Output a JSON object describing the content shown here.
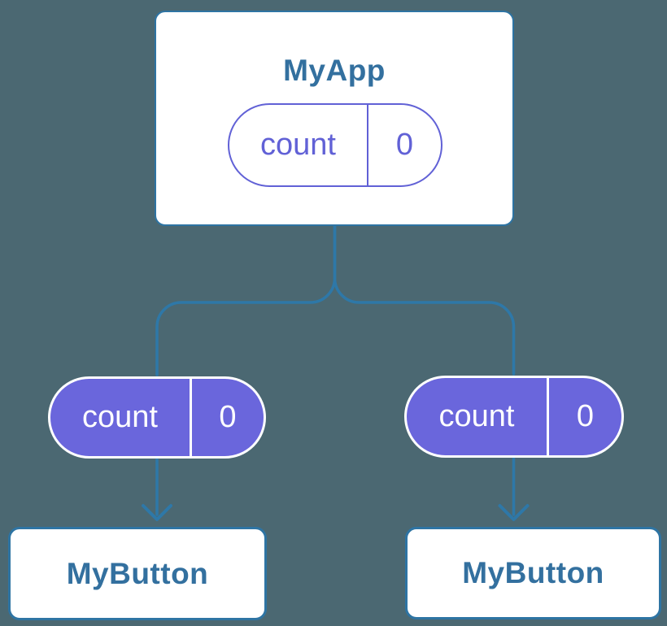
{
  "diagram": {
    "root": {
      "title": "MyApp",
      "state": {
        "name": "count",
        "value": "0"
      }
    },
    "children": [
      {
        "title": "MyButton",
        "state": {
          "name": "count",
          "value": "0"
        }
      },
      {
        "title": "MyButton",
        "state": {
          "name": "count",
          "value": "0"
        }
      }
    ]
  },
  "colors": {
    "background": "#4B6872",
    "edge": "#2E78A8",
    "node_fill": "#FFFFFF",
    "node_border": "#2E74A3",
    "node_text": "#33709F",
    "pill_fill": "#6A66DC",
    "pill_outline": "#6161D6",
    "pill_text": "#6161D6",
    "pill_text_on_fill": "#FFFFFF"
  }
}
